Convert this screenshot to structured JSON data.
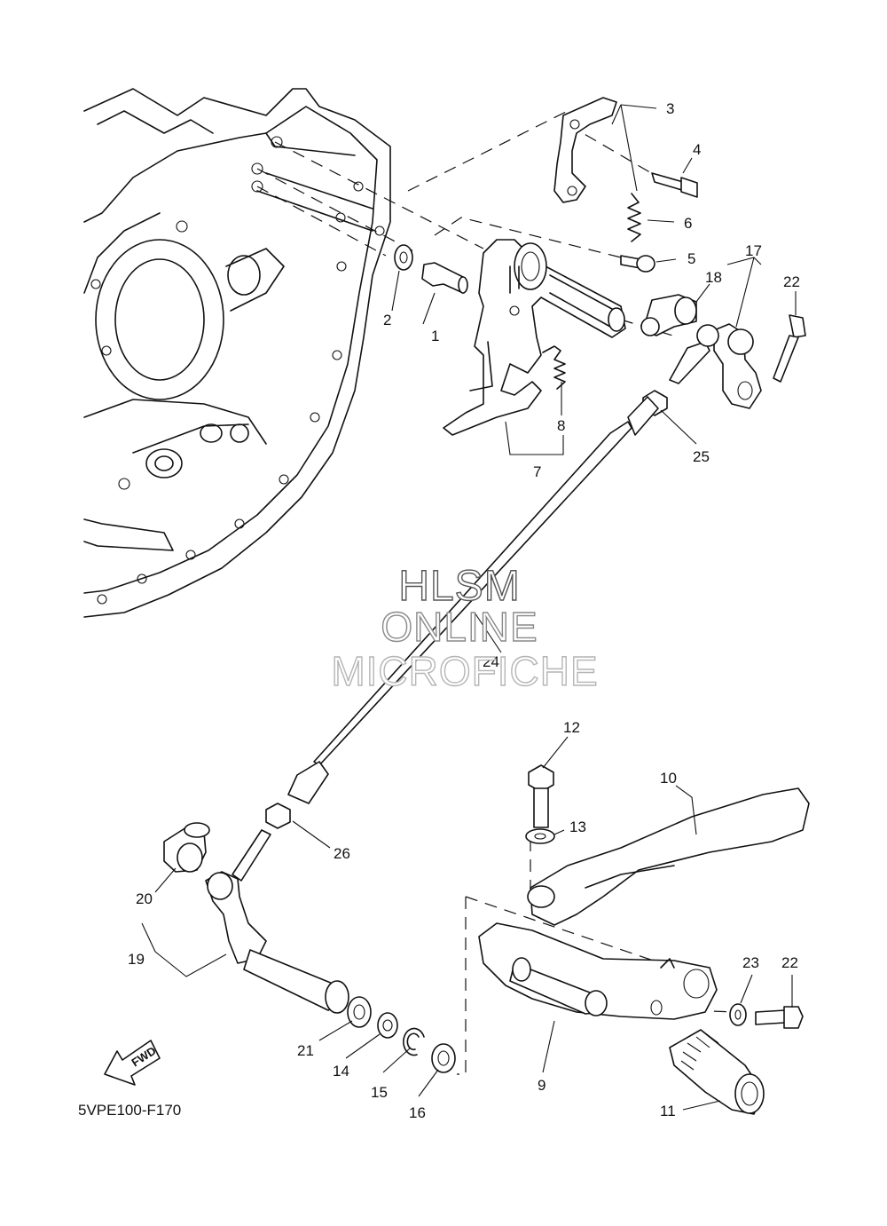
{
  "watermark": {
    "line1": "HLSM",
    "line2": "ONLINE",
    "line3": "MICROFICHE"
  },
  "diagram_code": "5VPE100-F170",
  "fwd_label": "FWD",
  "callouts": {
    "c1": "1",
    "c2": "2",
    "c3": "3",
    "c4": "4",
    "c5": "5",
    "c6": "6",
    "c7": "7",
    "c8": "8",
    "c9": "9",
    "c10": "10",
    "c11": "11",
    "c12": "12",
    "c13": "13",
    "c14": "14",
    "c15": "15",
    "c16": "16",
    "c17": "17",
    "c18": "18",
    "c19": "19",
    "c20": "20",
    "c21": "21",
    "c22a": "22",
    "c22b": "22",
    "c23": "23",
    "c24": "24",
    "c25": "25",
    "c26": "26"
  }
}
